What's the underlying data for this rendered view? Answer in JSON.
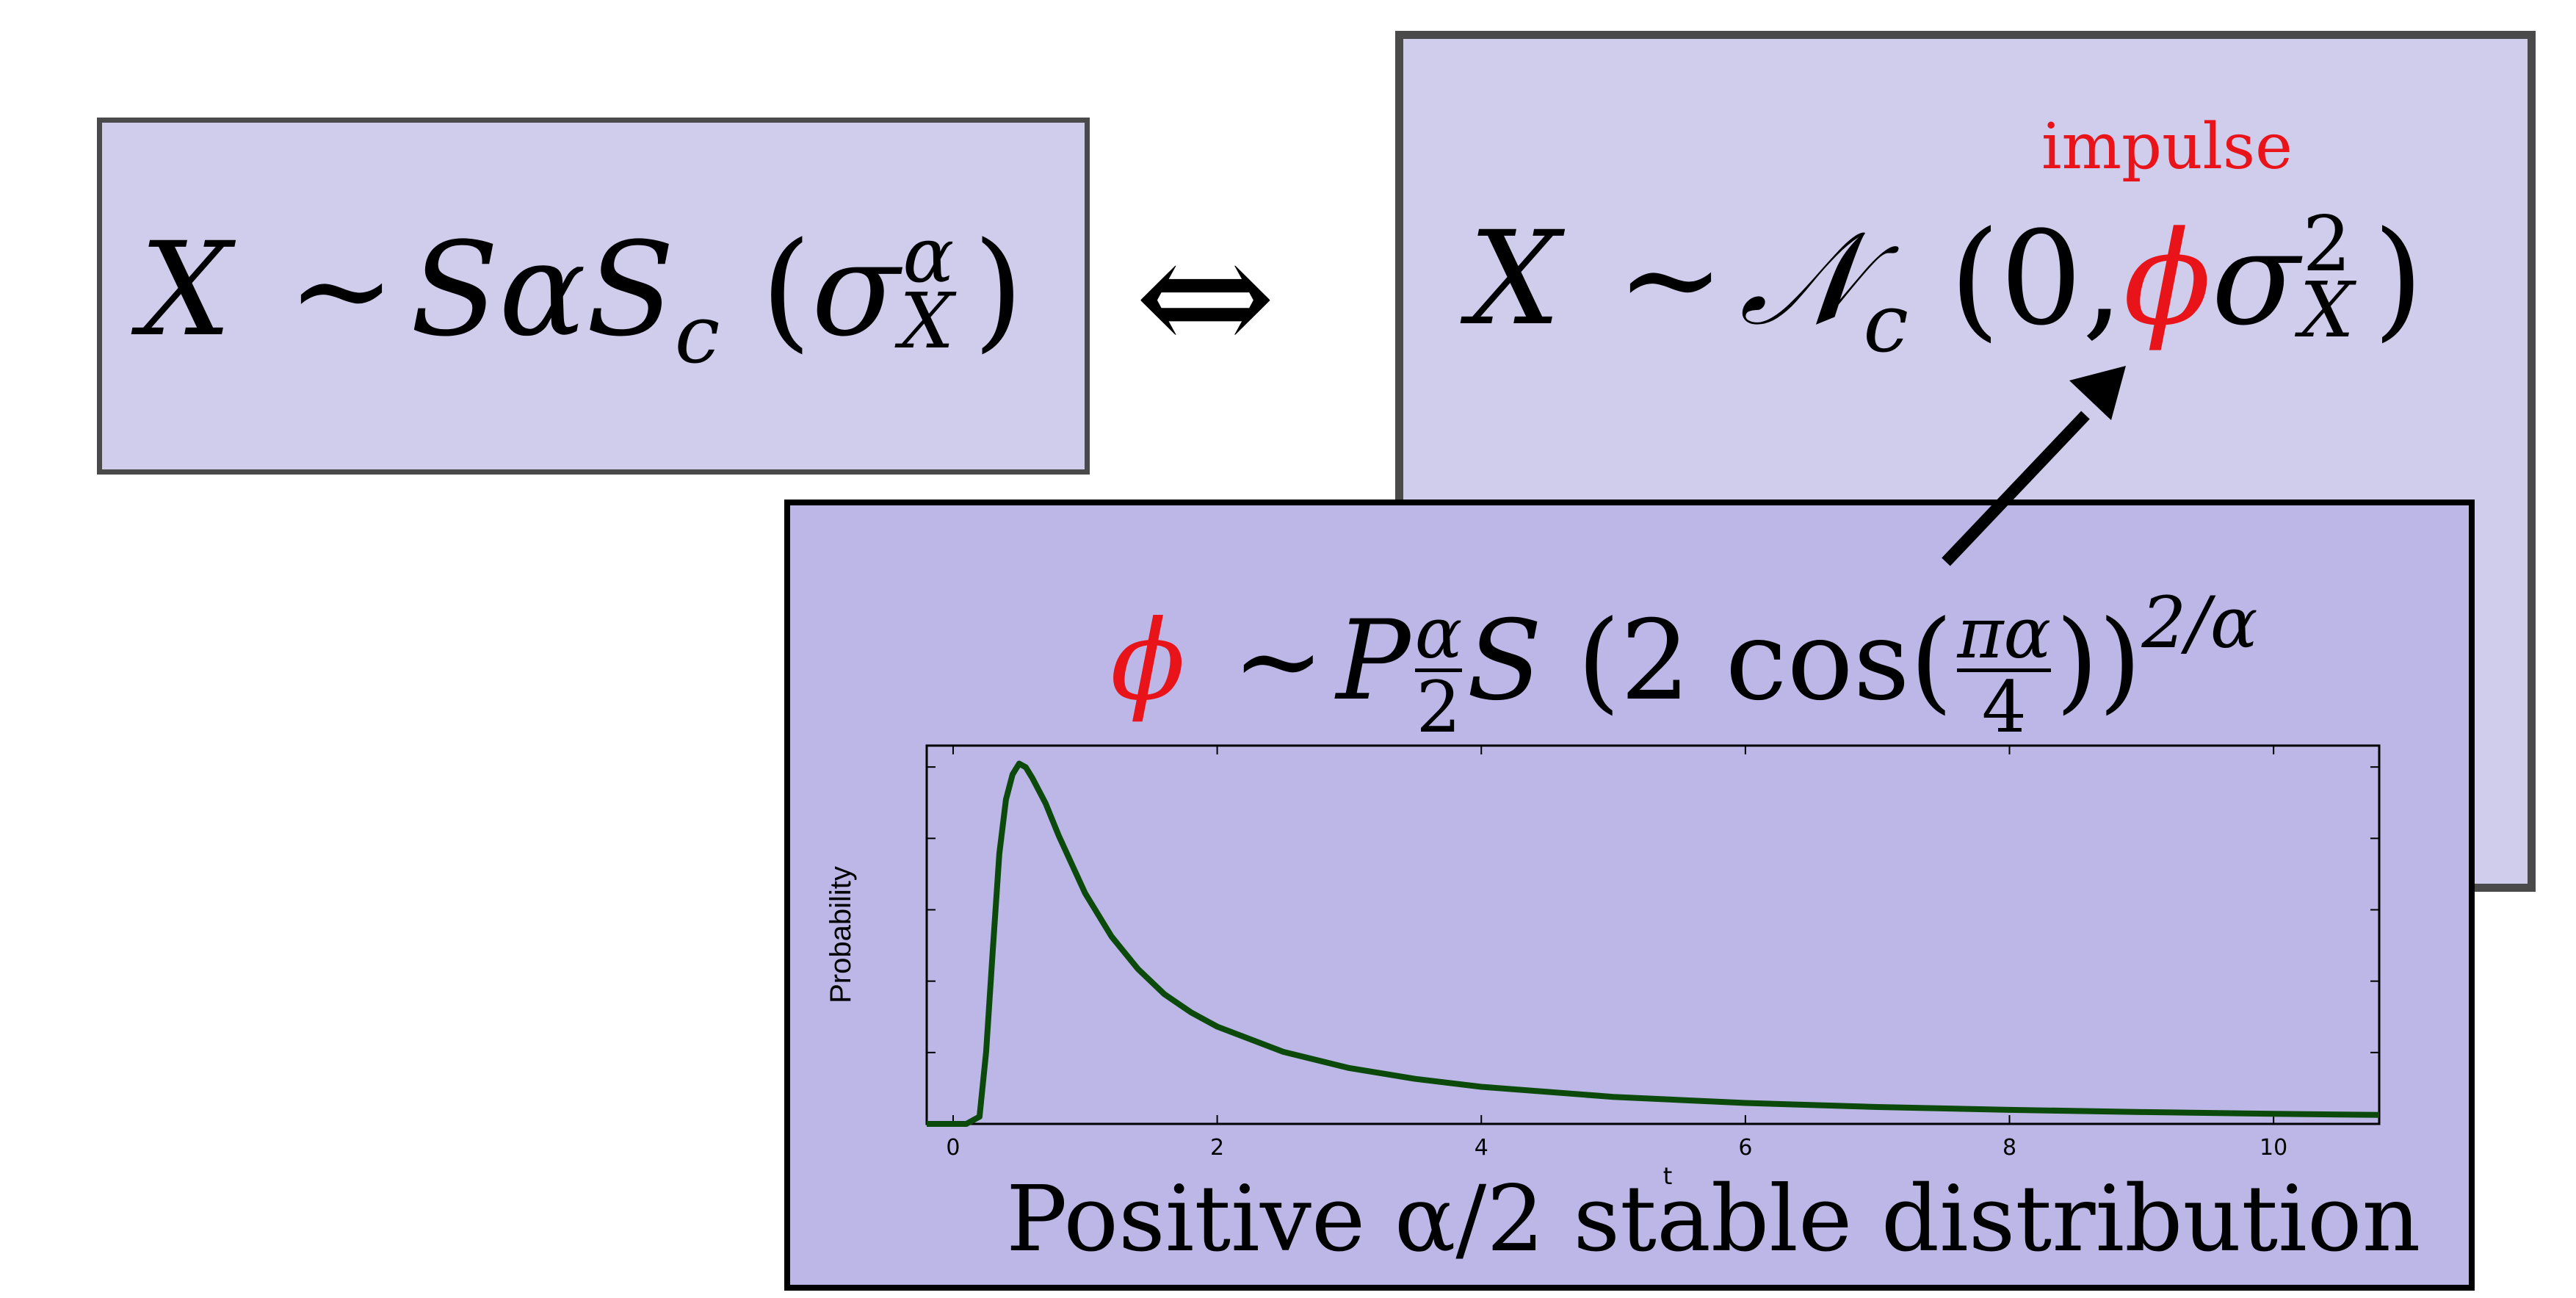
{
  "left_box": {
    "lhs": "X",
    "rel": "∼",
    "dist": "SαS",
    "dist_sub": "c",
    "open": "(",
    "arg": "σ",
    "arg_sup": "α",
    "arg_sub": "X",
    "close": ")"
  },
  "equiv_symbol": "⇔",
  "right_box": {
    "impulse_label": "impulse",
    "lhs": "X",
    "rel": "∼",
    "dist": "𝒩",
    "dist_sub": "c",
    "open": "(",
    "mean": "0,",
    "phi": "ϕ",
    "var": "σ",
    "var_sup": "2",
    "var_sub": "X",
    "close": ")"
  },
  "bottom_box": {
    "phi": "ϕ",
    "rel": "∼",
    "P": "P",
    "frac_num": "α",
    "frac_den": "2",
    "S": "S",
    "open": "(",
    "two": "2",
    "cos": "cos(",
    "frac2_num": "πα",
    "frac2_den": "4",
    "close_inner": ")",
    "close": ")",
    "exponent": "2/α",
    "caption": "Positive α/2 stable distribution"
  },
  "colors": {
    "box_fill_light": "#d0ccec",
    "box_fill_dark": "#bcb7e6",
    "phi_red": "#e8141a",
    "curve_green": "#0b4a0b",
    "arrow": "#000000"
  },
  "chart_data": {
    "type": "line",
    "title": "",
    "xlabel": "t",
    "ylabel": "Probability",
    "xlim": [
      -0.2,
      10.8
    ],
    "ylim": [
      0,
      1.05
    ],
    "x_ticks": [
      0,
      2,
      4,
      6,
      8,
      10
    ],
    "x_tick_labels": [
      "0",
      "2",
      "4",
      "6",
      "8",
      "10"
    ],
    "y_tick_labels_shown": false,
    "grid": false,
    "series": [
      {
        "x": [
          0.0,
          0.1,
          0.2,
          0.25,
          0.3,
          0.35,
          0.4,
          0.45,
          0.5,
          0.55,
          0.6,
          0.7,
          0.8,
          0.9,
          1.0,
          1.2,
          1.4,
          1.6,
          1.8,
          2.0,
          2.5,
          3.0,
          3.5,
          4.0,
          5.0,
          6.0,
          7.0,
          8.0,
          9.0,
          10.0,
          10.8
        ],
        "y": [
          0.0,
          0.0,
          0.02,
          0.2,
          0.48,
          0.75,
          0.9,
          0.97,
          1.0,
          0.99,
          0.96,
          0.89,
          0.8,
          0.72,
          0.64,
          0.52,
          0.43,
          0.36,
          0.31,
          0.27,
          0.2,
          0.155,
          0.125,
          0.103,
          0.075,
          0.058,
          0.047,
          0.039,
          0.033,
          0.028,
          0.025
        ]
      }
    ]
  }
}
